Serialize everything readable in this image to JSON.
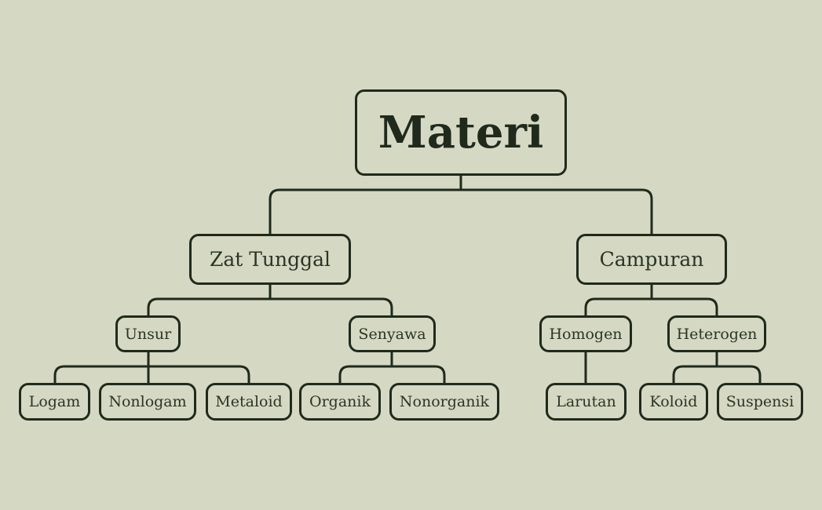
{
  "diagram": {
    "title": "Materi",
    "line_color": "#1f2a1c",
    "background": "#d5d8c3",
    "nodes": {
      "materi": "Materi",
      "zat_tunggal": "Zat Tunggal",
      "campuran": "Campuran",
      "unsur": "Unsur",
      "senyawa": "Senyawa",
      "homogen": "Homogen",
      "heterogen": "Heterogen",
      "logam": "Logam",
      "nonlogam": "Nonlogam",
      "metaloid": "Metaloid",
      "organik": "Organik",
      "nonorganik": "Nonorganik",
      "larutan": "Larutan",
      "koloid": "Koloid",
      "suspensi": "Suspensi"
    },
    "tree": {
      "Materi": {
        "Zat Tunggal": {
          "Unsur": [
            "Logam",
            "Nonlogam",
            "Metaloid"
          ],
          "Senyawa": [
            "Organik",
            "Nonorganik"
          ]
        },
        "Campuran": {
          "Homogen": [
            "Larutan"
          ],
          "Heterogen": [
            "Koloid",
            "Suspensi"
          ]
        }
      }
    }
  }
}
